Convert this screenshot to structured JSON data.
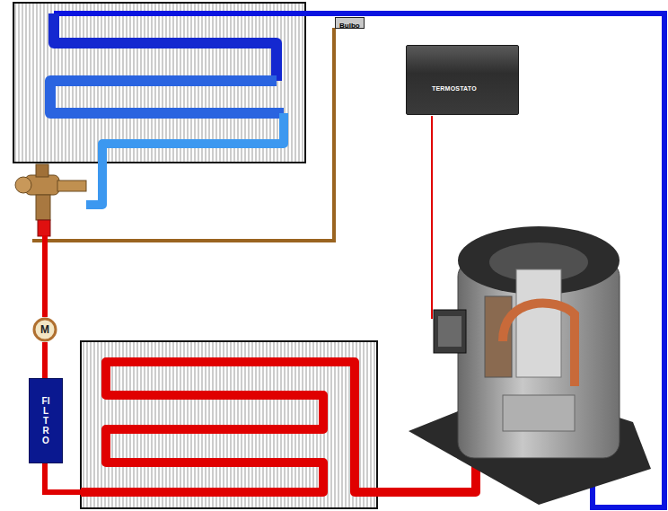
{
  "diagram": {
    "nodes": [
      {
        "text": [
          "Bulbo"
        ]
      },
      {
        "text": [
          "TERMOSTATO"
        ]
      },
      {
        "text": [
          "M"
        ]
      },
      {
        "text": [
          "FILTRO"
        ]
      }
    ],
    "edges": [
      {
        "from": 2,
        "to": 3,
        "arrow": "none"
      }
    ]
  }
}
